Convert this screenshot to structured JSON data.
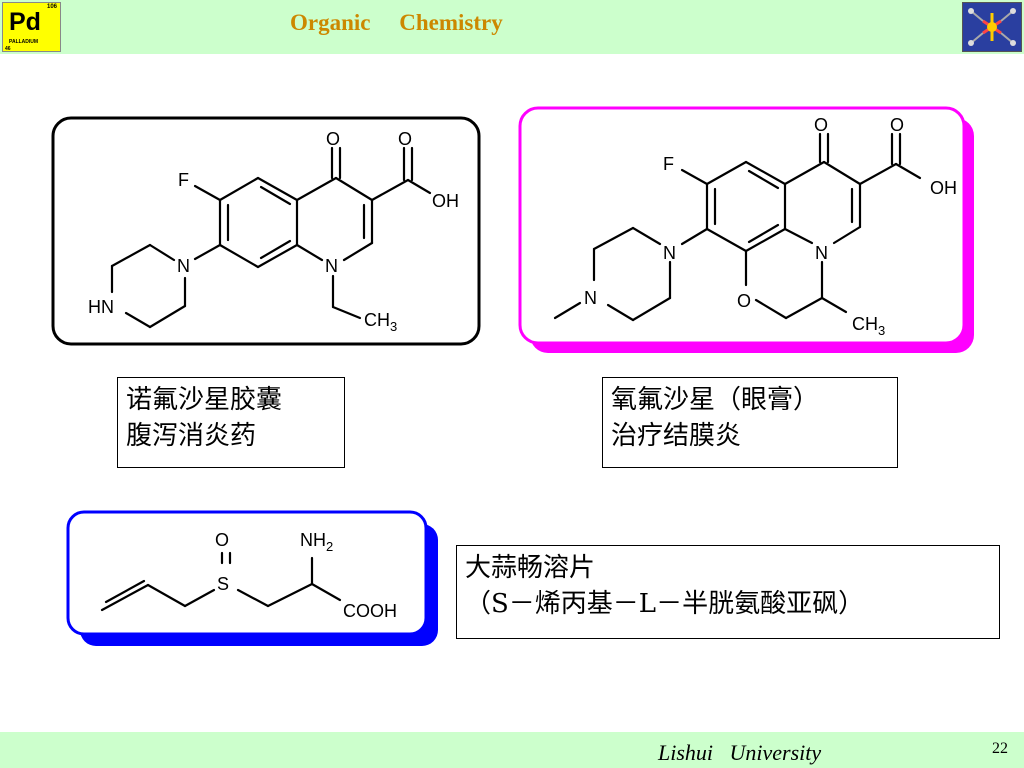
{
  "header": {
    "badge": {
      "atomic_number": "106",
      "symbol": "Pd",
      "name": "PALLADIUM",
      "number_bottom": "46"
    },
    "title": "Organic     Chemistry",
    "logo_icon": "molecule-logo-icon"
  },
  "molecules": {
    "norfloxacin": {
      "labels": {
        "o1": "O",
        "o2": "O",
        "oh": "OH",
        "f": "F",
        "n1": "N",
        "n_ring": "N",
        "hn": "HN",
        "ch3": "CH",
        "ch3_sub": "3"
      }
    },
    "ofloxacin": {
      "labels": {
        "o1": "O",
        "o2": "O",
        "oh": "OH",
        "f": "F",
        "n_pip": "N",
        "n_me": "N",
        "n_ring": "N",
        "o_ring": "O",
        "ch3": "CH",
        "ch3_sub": "3"
      }
    },
    "alliin": {
      "labels": {
        "o": "O",
        "s": "S",
        "nh2": "NH",
        "nh2_sub": "2",
        "cooh": "COOH"
      }
    }
  },
  "captions": {
    "norfloxacin": {
      "line1": "诺氟沙星胶囊",
      "line2": "腹泻消炎药"
    },
    "ofloxacin": {
      "line1": "氧氟沙星（眼膏）",
      "line2": "治疗结膜炎"
    },
    "alliin": {
      "line1": "大蒜畅溶片",
      "line2": "（S－烯丙基－L－半胱氨酸亚砜）"
    }
  },
  "footer": {
    "university": "Lishui   University",
    "page_number": "22"
  },
  "colors": {
    "header_bg": "#ccffcc",
    "title": "#cc8800",
    "magenta": "#ff00ff",
    "blue": "#0000ff",
    "badge": "#ffff00"
  }
}
